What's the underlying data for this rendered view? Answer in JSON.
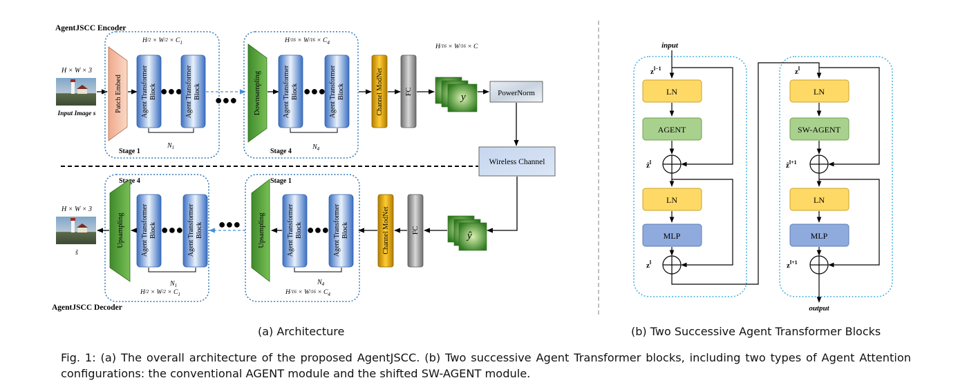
{
  "architecture": {
    "encoder_title": "AgentJSCC Encoder",
    "decoder_title": "AgentJSCC Decoder",
    "input_dims": "H × W × 3",
    "input_label": "Input Image s",
    "output_dims": "H × W × 3",
    "output_label": "ŝ",
    "patch_embed": "Patch Embed",
    "downsampling": "Downsampling",
    "upsampling": "Upsampling",
    "agent_block_line1": "Agent Transformer",
    "agent_block_line2": "Block",
    "channel_modnet": "Channel ModNet",
    "fc": "FC",
    "power_norm": "PowerNorm",
    "wireless_channel": "Wireless Channel",
    "latent_y": "y",
    "latent_y_hat": "ŷ",
    "stage1": "Stage 1",
    "stage4": "Stage 4",
    "n1": "N",
    "n1_sub": "1",
    "n4": "N",
    "n4_sub": "4",
    "dim_stage1": "H/2 × W/2 × C1",
    "dim_stage4": "H/16 × W/16 × C4",
    "dim_latent": "H/16 × W/16 × C"
  },
  "blocks_panel": {
    "input": "input",
    "output": "output",
    "z_prev": "z",
    "z_prev_sup": "l−1",
    "z_l": "z",
    "z_l_sup": "l",
    "z_hat_l": "ẑ",
    "z_hat_l_sup": "l",
    "z_l1": "z",
    "z_l1_sup": "l+1",
    "z_hat_l1": "ẑ",
    "z_hat_l1_sup": "l+1",
    "ln": "LN",
    "agent": "AGENT",
    "sw_agent": "SW-AGENT",
    "mlp": "MLP"
  },
  "captions": {
    "a": "(a) Architecture",
    "b": "(b) Two Successive Agent Transformer Blocks",
    "figure": "Fig. 1: (a) The overall architecture of the proposed AgentJSCC. (b) Two successive Agent Transformer blocks, including two types of Agent Attention configurations: the conventional AGENT module and the shifted SW-AGENT module."
  },
  "colors": {
    "blue_block": "#5b8fd6",
    "green_trap": "#4e9a3a",
    "patch_embed": "#f4c2a8",
    "channel_modnet": "#d49b00",
    "fc": "#8a8a8a",
    "ln_yellow": "#ffd966",
    "agent_green": "#a9d18e",
    "mlp_blue": "#8faadc",
    "stage_border": "#2e75b6"
  }
}
